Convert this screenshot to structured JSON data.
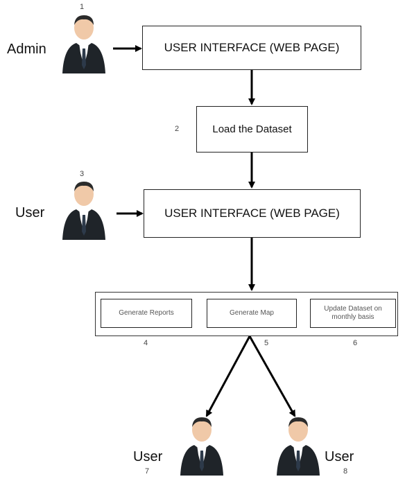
{
  "actors": {
    "admin": {
      "label": "Admin",
      "number": "1"
    },
    "user_3": {
      "label": "User",
      "number": "3"
    },
    "user_7": {
      "label": "User",
      "number": "7"
    },
    "user_8": {
      "label": "User",
      "number": "8"
    }
  },
  "boxes": {
    "ui_top": "USER INTERFACE (WEB PAGE)",
    "load_dataset": "Load the Dataset",
    "load_dataset_number": "2",
    "ui_mid": "USER INTERFACE (WEB PAGE)"
  },
  "modules": [
    {
      "label": "Generate Reports",
      "number": "4"
    },
    {
      "label": "Generate Map",
      "number": "5"
    },
    {
      "label": "Update Dataset on monthly basis",
      "number": "6"
    }
  ],
  "icons": {
    "actor": "businessman-icon",
    "arrow": "arrow-head"
  }
}
